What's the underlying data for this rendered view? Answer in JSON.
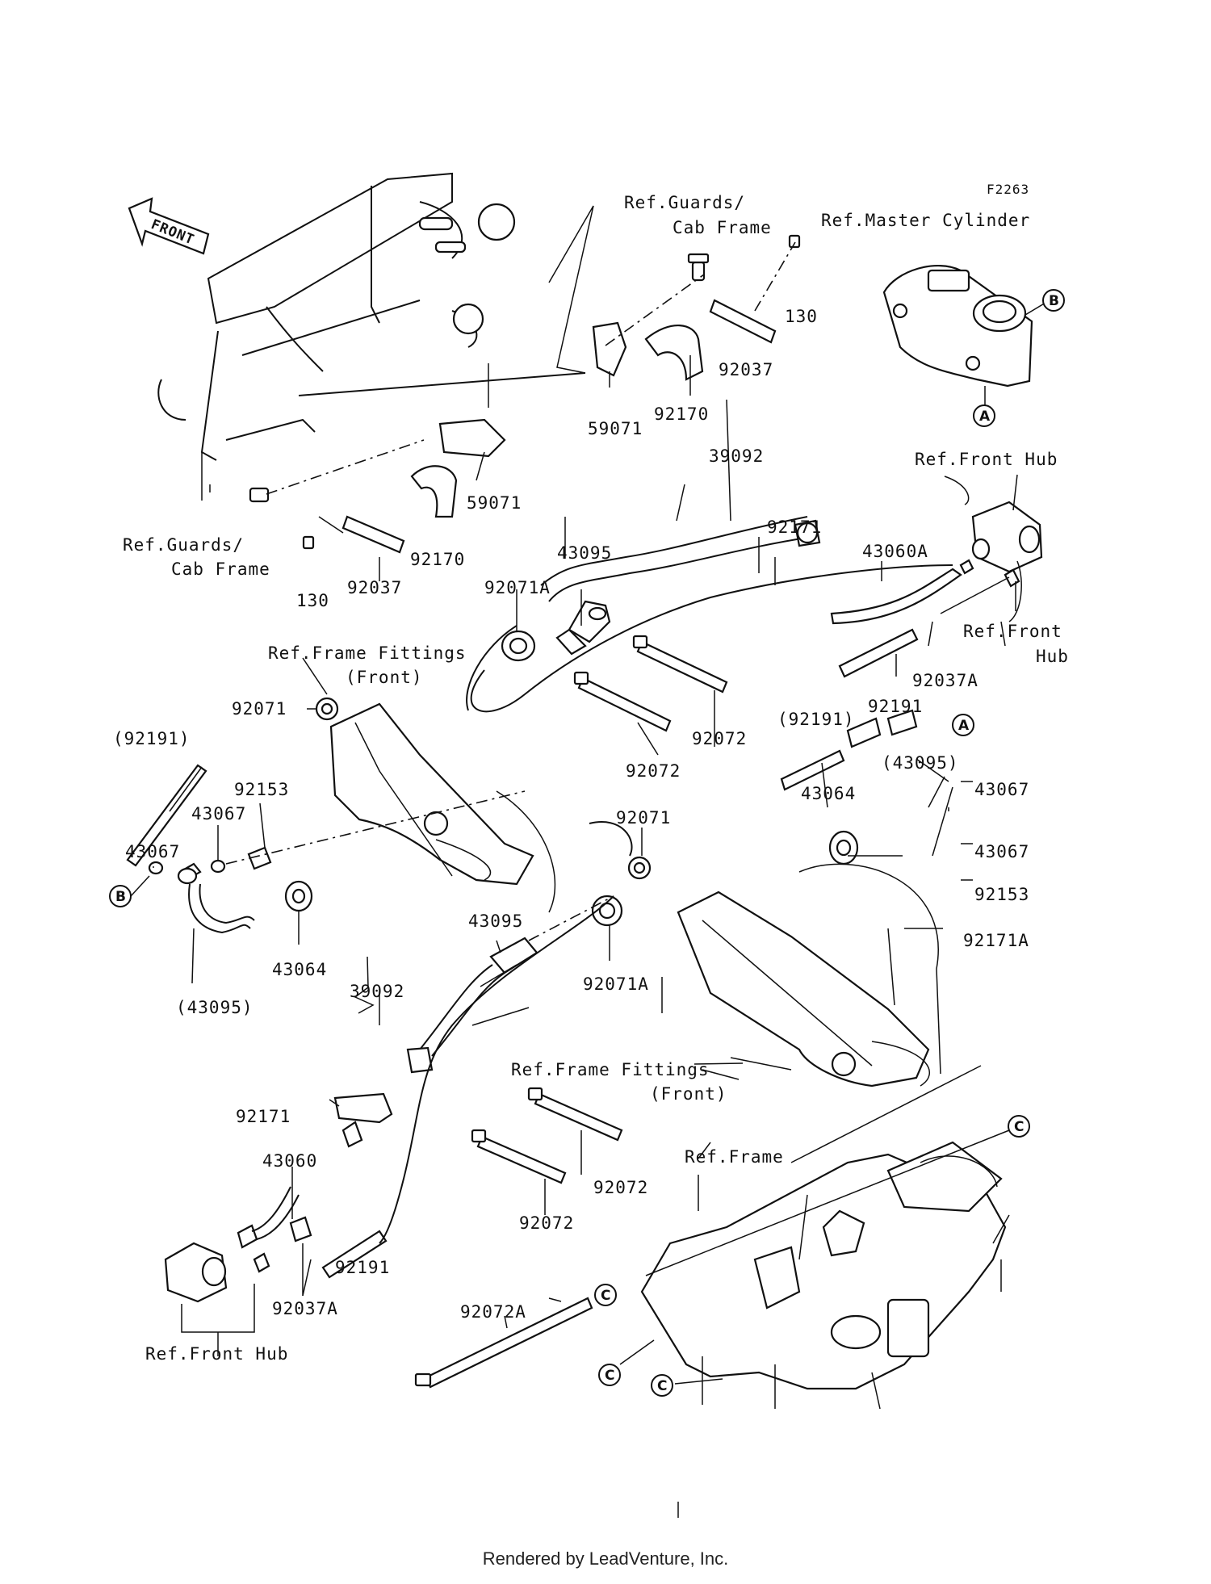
{
  "figure_code": "F2263",
  "front_arrow": "FRONT",
  "footer": "Rendered by LeadVenture, Inc.",
  "refs": {
    "guards_top_1": "Ref.Guards/",
    "guards_top_2": "Cab Frame",
    "master_cylinder": "Ref.Master Cylinder",
    "guards_left_1": "Ref.Guards/",
    "guards_left_2": "Cab Frame",
    "front_hub_top": "Ref.Front Hub",
    "front_hub_right_1": "Ref.Front",
    "front_hub_right_2": "Hub",
    "frame_fittings_top_1": "Ref.Frame Fittings",
    "frame_fittings_top_2": "(Front)",
    "frame_fittings_bottom_1": "Ref.Frame Fittings",
    "frame_fittings_bottom_2": "(Front)",
    "frame": "Ref.Frame",
    "front_hub_bottom": "Ref.Front Hub"
  },
  "callouts": {
    "a": "A",
    "b": "B",
    "c": "C"
  },
  "parts": {
    "p130_top": "130",
    "p92037_top": "92037",
    "p59071_top": "59071",
    "p92170_top": "92170",
    "p59071_left": "59071",
    "p92170_left": "92170",
    "p92037_left": "92037",
    "p130_left": "130",
    "p39092_top": "39092",
    "p92171_top": "92171",
    "p43060A": "43060A",
    "p43095_top": "43095",
    "p92071A_top": "92071A",
    "p92037A_right": "92037A",
    "p92191_right": "92191",
    "p92072_a": "92072",
    "p92072_b": "92072",
    "p92071_left": "92071",
    "p92191_left": "(92191)",
    "p92153_left": "92153",
    "p43067_left_a": "43067",
    "p43067_left_b": "43067",
    "p43064_left": "43064",
    "p43095_left": "(43095)",
    "p92191_mid": "(92191)",
    "p43095_mid": "(43095)",
    "p43064_right": "43064",
    "p43067_right_a": "43067",
    "p43067_right_b": "43067",
    "p92153_right": "92153",
    "p92171A": "92171A",
    "p92071_mid": "92071",
    "p43095_lower": "43095",
    "p92071A_lower": "92071A",
    "p39092_lower": "39092",
    "p92171_lower": "92171",
    "p43060": "43060",
    "p92191_lower": "92191",
    "p92037A_lower": "92037A",
    "p92072_c": "92072",
    "p92072_d": "92072",
    "p92072A": "92072A"
  }
}
